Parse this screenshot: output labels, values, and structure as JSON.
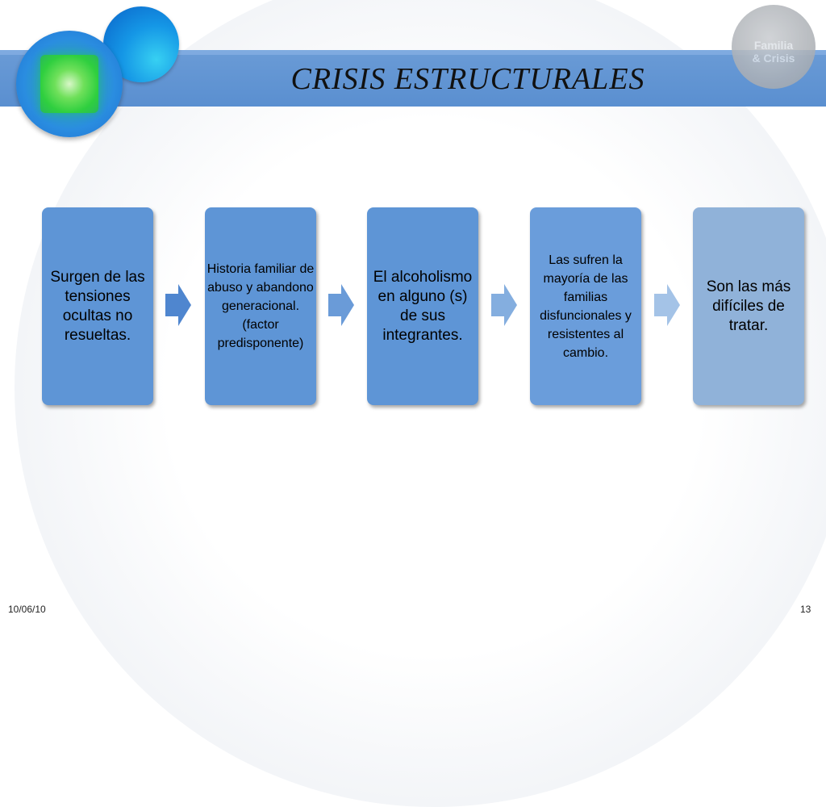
{
  "title": "CRISIS ESTRUCTURALES",
  "logo": {
    "line1": "Familia",
    "line2": "& Crisis"
  },
  "steps": [
    {
      "text": "Surgen de las tensiones ocultas no resueltas."
    },
    {
      "text": "Historia familiar de abuso y abandono generacional. (factor predisponente)"
    },
    {
      "text": "El alcoholismo en alguno (s) de sus integrantes."
    },
    {
      "text": "Las sufren la mayoría de las familias disfuncionales y resistentes al cambio."
    },
    {
      "text": "Son las más difíciles de tratar."
    }
  ],
  "arrows": [
    {
      "color": "#4f86cf"
    },
    {
      "color": "#6a9bd8"
    },
    {
      "color": "#84aedf"
    },
    {
      "color": "#a4c3e7"
    }
  ],
  "footer": {
    "date": "10/06/10",
    "page": "13"
  }
}
